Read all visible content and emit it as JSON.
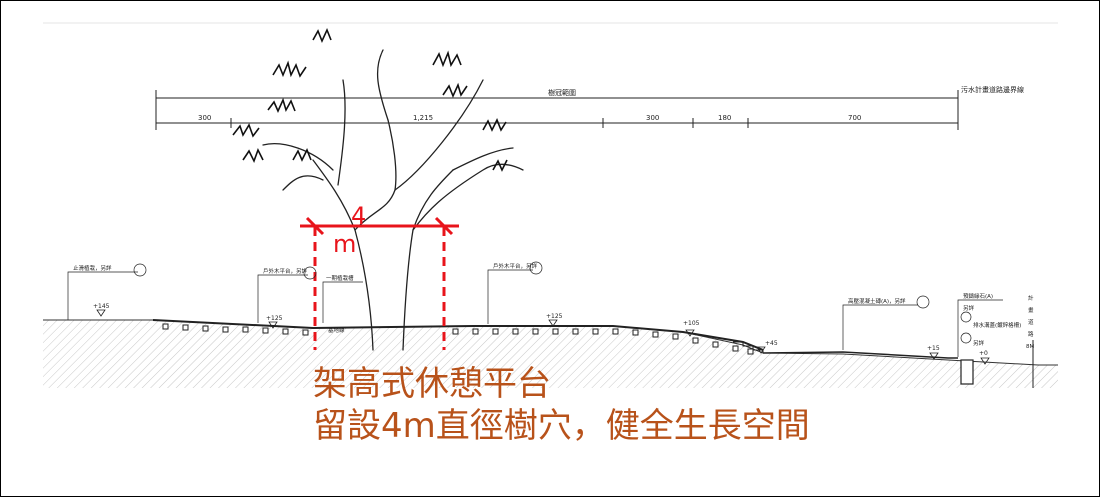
{
  "dimensions": {
    "top_note": "樹冠範圍",
    "right_note": "污水計畫道路邊界線",
    "segments": [
      "300",
      "1,215",
      "300",
      "180",
      "700"
    ]
  },
  "tree_hole": {
    "width_digit": "4",
    "width_unit": "m"
  },
  "levels": [
    "+145",
    "+125",
    "+125",
    "+105",
    "+45",
    "+15",
    "+0"
  ],
  "callouts": {
    "left1": "止滑植栽，另詳",
    "left2": "戶外木平台，另詳",
    "left3": "一期植栽槽",
    "mid": "戶外木平台，另詳",
    "right1": "高壓混凝土磚(A)，另詳",
    "right2": "預鑄緣石(A)",
    "right3": "另詳",
    "right4": "排水溝蓋(鍍鋅格柵)",
    "right5": "另詳",
    "ground": "基地線",
    "edge": [
      "計",
      "畫",
      "道",
      "路",
      "8M"
    ]
  },
  "caption": {
    "line1": "架高式休憩平台",
    "line2": "留設4m直徑樹穴，健全生長空間"
  },
  "colors": {
    "annotation_red": "#e8141b",
    "caption_brown": "#b8521a"
  }
}
